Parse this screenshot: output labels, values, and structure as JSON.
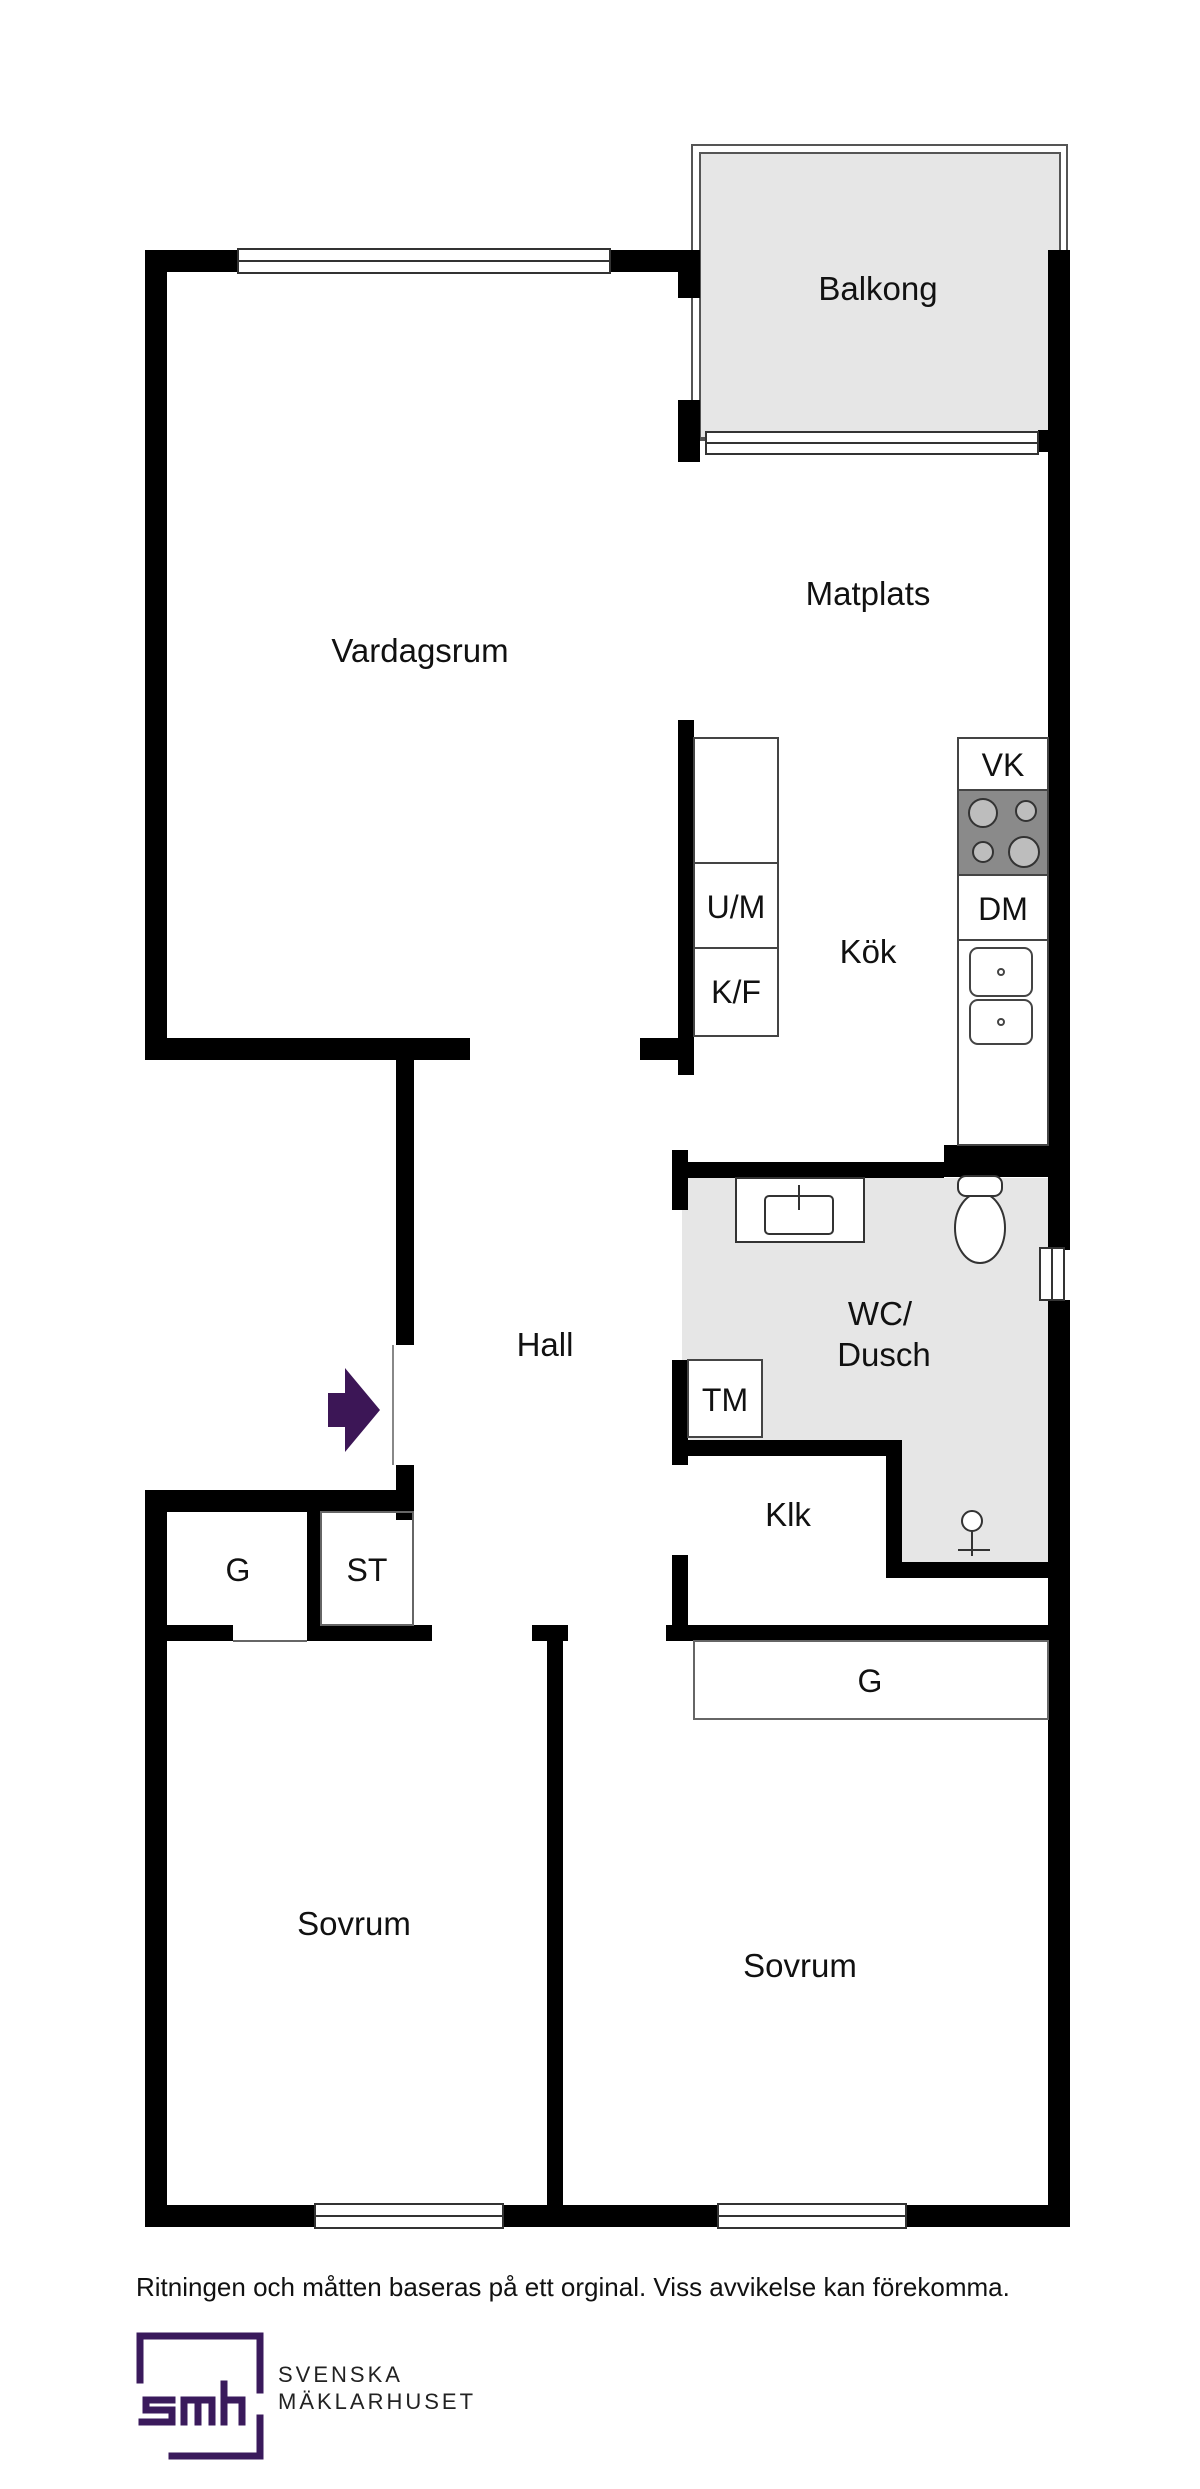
{
  "rooms": {
    "balkong": "Balkong",
    "matplats": "Matplats",
    "vardagsrum": "Vardagsrum",
    "kok": "Kök",
    "hall": "Hall",
    "wc_line1": "WC/",
    "wc_line2": "Dusch",
    "klk": "Klk",
    "sovrum_left": "Sovrum",
    "sovrum_right": "Sovrum"
  },
  "fixtures": {
    "vk": "VK",
    "dm": "DM",
    "um": "U/M",
    "kf": "K/F",
    "tm": "TM",
    "g_left": "G",
    "st": "ST",
    "g_right": "G"
  },
  "disclaimer": "Ritningen och måtten baseras på ett orginal. Viss avvikelse kan förekomma.",
  "brand": {
    "logo_text": "smh",
    "line1": "SVENSKA",
    "line2": "MÄKLARHUSET",
    "color": "#3a1a5c"
  },
  "colors": {
    "wall": "#000000",
    "wet_area": "#e6e6e6",
    "entrance_arrow": "#3c1656"
  }
}
